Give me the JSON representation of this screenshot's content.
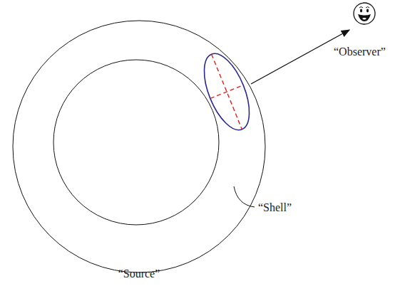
{
  "diagram": {
    "labels": [
      "“Observer”",
      "“Shell”",
      "“Source”"
    ]
  }
}
